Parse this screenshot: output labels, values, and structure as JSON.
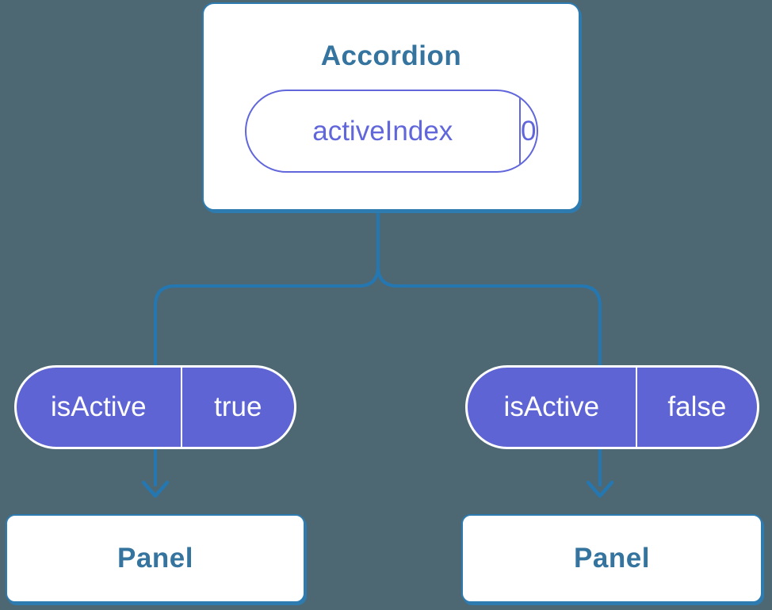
{
  "colors": {
    "background": "#4d6872",
    "connector_blue": "#2577b2",
    "card_border_blue": "#2e7bb0",
    "title_blue": "#35749e",
    "pill_purple": "#5e64d4",
    "pill_outline_purple": "#6166db"
  },
  "tree": {
    "root": {
      "title": "Accordion",
      "state_pill": {
        "name": "activeIndex",
        "value": "0"
      }
    },
    "children": [
      {
        "prop_pill": {
          "name": "isActive",
          "value": "true"
        },
        "panel": {
          "title": "Panel"
        }
      },
      {
        "prop_pill": {
          "name": "isActive",
          "value": "false"
        },
        "panel": {
          "title": "Panel"
        }
      }
    ]
  }
}
